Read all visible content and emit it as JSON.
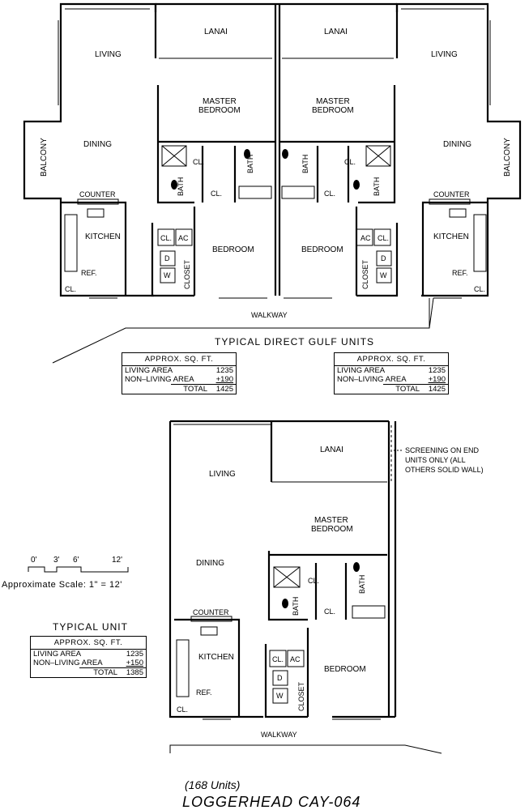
{
  "labels": {
    "lanai": "LANAI",
    "living": "LIVING",
    "dining": "DINING",
    "balcony": "BALCONY",
    "master_bedroom_1": "MASTER",
    "master_bedroom_2": "BEDROOM",
    "bedroom": "BEDROOM",
    "bath": "BATH",
    "closet_short": "CL.",
    "ac": "AC",
    "dryer": "D",
    "washer": "W",
    "closet": "CLOSET",
    "counter": "COUNTER",
    "kitchen": "KITCHEN",
    "ref": "REF.",
    "walkway": "WALKWAY"
  },
  "titles": {
    "gulf_units": "TYPICAL DIRECT GULF UNITS",
    "typical_unit": "TYPICAL UNIT"
  },
  "area_tables": {
    "gulf_left": {
      "header": "APPROX. SQ. FT.",
      "rows": [
        {
          "label": "LIVING AREA",
          "value": "1235"
        },
        {
          "label": "NON–LIVING AREA",
          "value": "+190"
        }
      ],
      "total_label": "TOTAL",
      "total": "1425"
    },
    "gulf_right": {
      "header": "APPROX. SQ. FT.",
      "rows": [
        {
          "label": "LIVING AREA",
          "value": "1235"
        },
        {
          "label": "NON–LIVING AREA",
          "value": "+190"
        }
      ],
      "total_label": "TOTAL",
      "total": "1425"
    },
    "typical": {
      "header": "APPROX. SQ. FT.",
      "rows": [
        {
          "label": "LIVING AREA",
          "value": "1235"
        },
        {
          "label": "NON–LIVING AREA",
          "value": "+150"
        }
      ],
      "total_label": "TOTAL",
      "total": "1385"
    }
  },
  "screening_note": [
    "SCREENING ON END",
    "UNITS ONLY (ALL",
    "OTHERS SOLID WALL)"
  ],
  "scale": {
    "ticks": [
      "0'",
      "3'",
      "6'",
      "12'"
    ],
    "text": "Approximate Scale: 1\" = 12'"
  },
  "footer": {
    "units": "(168 Units)",
    "name": "LOGGERHEAD CAY-064"
  }
}
